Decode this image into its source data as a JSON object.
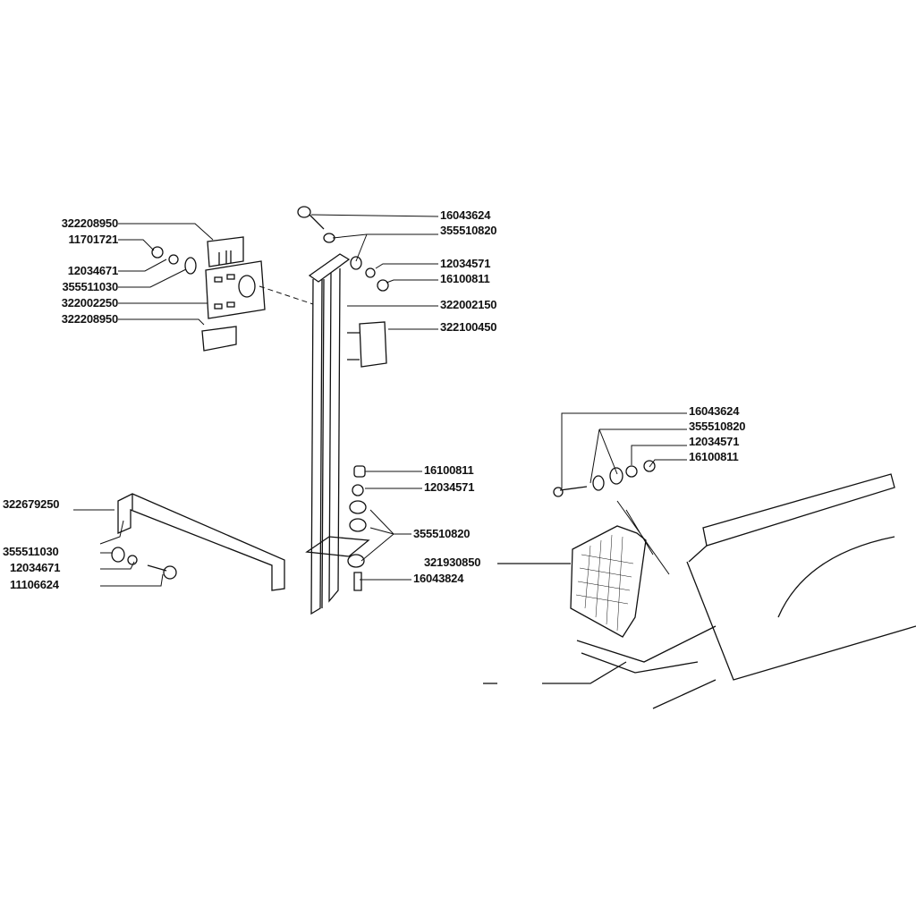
{
  "left_group": [
    "322208950",
    "11701721",
    "12034671",
    "355511030",
    "322002250",
    "322208950"
  ],
  "top_right_group": [
    "16043624",
    "355510820",
    "12034571",
    "16100811",
    "322002150",
    "322100450"
  ],
  "middle_group": [
    "16100811",
    "12034571",
    "355510820",
    "16043824"
  ],
  "bracket_group": [
    "322679250",
    "355511030",
    "12034671",
    "11106624"
  ],
  "mat_label": "321930850",
  "right_group": [
    "16043624",
    "355510820",
    "12034571",
    "16100811"
  ]
}
